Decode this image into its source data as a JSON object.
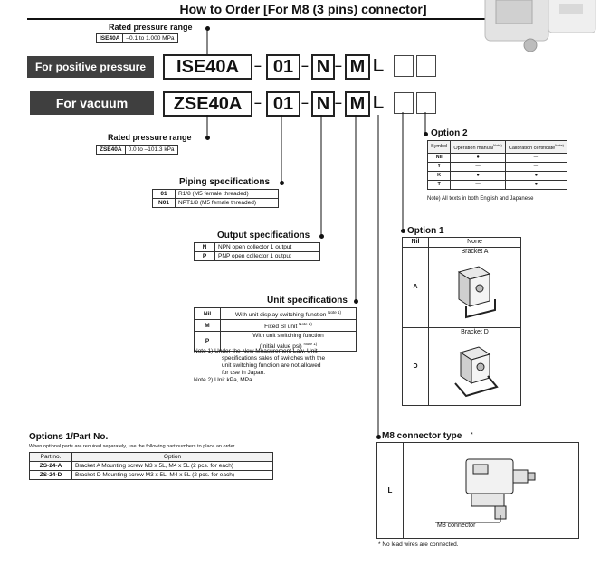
{
  "title": "How to Order [For M8 (3 pins) connector]",
  "banners": {
    "positive": "For positive pressure",
    "vacuum": "For vacuum"
  },
  "codes": {
    "ise": [
      "ISE40A",
      "01",
      "N",
      "M",
      "L"
    ],
    "zse": [
      "ZSE40A",
      "01",
      "N",
      "M",
      "L"
    ],
    "dash": "–"
  },
  "rated_positive": {
    "heading": "Rated pressure range",
    "model": "ISE40A",
    "range": "–0.1 to 1.000 MPa"
  },
  "rated_vacuum": {
    "heading": "Rated pressure range",
    "model": "ZSE40A",
    "range": "0.0 to –101.3 kPa"
  },
  "piping": {
    "heading": "Piping specifications",
    "rows": [
      {
        "code": "01",
        "desc": "R1/8 (M5 female threaded)"
      },
      {
        "code": "N01",
        "desc": "NPT1/8 (M5 female threaded)"
      }
    ]
  },
  "output": {
    "heading": "Output specifications",
    "rows": [
      {
        "code": "N",
        "desc": "NPN open collector 1 output"
      },
      {
        "code": "P",
        "desc": "PNP open collector 1 output"
      }
    ]
  },
  "unit": {
    "heading": "Unit specifications",
    "rows": [
      {
        "code": "Nil",
        "desc": "With unit display switching function",
        "note": "Note 1)"
      },
      {
        "code": "M",
        "desc": "Fixed SI unit",
        "note": "Note 2)"
      },
      {
        "code": "P",
        "desc": "With unit switching function",
        "desc2": "(Initial value psi)",
        "note": "Note 1)"
      }
    ],
    "notes": [
      "Note 1) Under the New Measurement Law, Unit",
      "specifications sales of switches with the",
      "unit switching function are not allowed",
      "for use in Japan.",
      "Note 2) Unit kPa, MPa"
    ]
  },
  "option2": {
    "heading": "Option 2",
    "headers": [
      "Symbol",
      "Operation manual",
      "Calibration certificate"
    ],
    "header_notes": [
      "",
      "Note)",
      "Note)"
    ],
    "rows": [
      [
        "Nil",
        "●",
        "—"
      ],
      [
        "Y",
        "—",
        "—"
      ],
      [
        "K",
        "●",
        "●"
      ],
      [
        "T",
        "—",
        "●"
      ]
    ],
    "note": "Note) All texts in both English and Japanese"
  },
  "option1": {
    "heading": "Option 1",
    "rows": [
      {
        "code": "Nil",
        "desc": "None"
      },
      {
        "code": "A",
        "desc": "Bracket A"
      },
      {
        "code": "D",
        "desc": "Bracket D"
      }
    ]
  },
  "options_part": {
    "heading": "Options 1/Part No.",
    "intro": "When optional parts are required separately, use the following part numbers to place an order.",
    "headers": [
      "Part no.",
      "Option"
    ],
    "rows": [
      [
        "ZS-24-A",
        "Bracket A Mounting screw M3 x 5L, M4 x 5L (2 pcs. for each)"
      ],
      [
        "ZS-24-D",
        "Bracket D Mounting screw M3 x 5L, M4 x 5L (2 pcs. for each)"
      ]
    ]
  },
  "m8": {
    "heading": "M8 connector type",
    "code": "L",
    "label": "M8 connector",
    "footnote": "* No lead wires are connected."
  },
  "colors": {
    "banner_bg": "#3f3f3f",
    "line": "#111111"
  }
}
